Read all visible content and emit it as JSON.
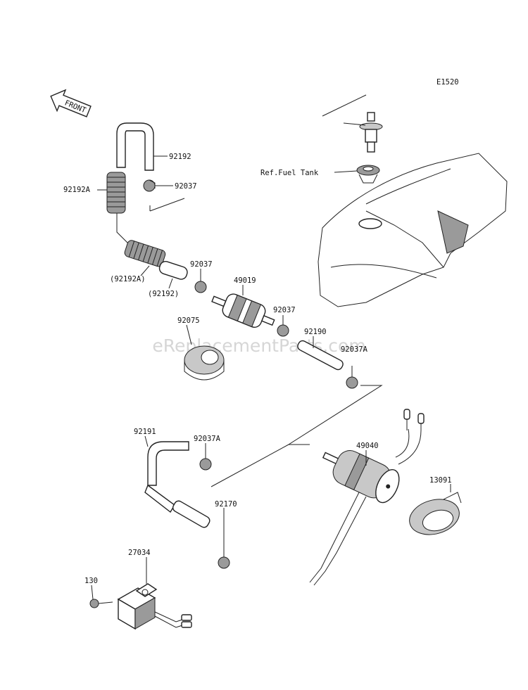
{
  "diagram_code": "E1520",
  "watermark": "eReplacementParts.com",
  "front_label": "FRONT",
  "tank_ref": "Ref.Fuel Tank",
  "labels": {
    "p92192": "92192",
    "p92192A": "92192A",
    "p92037_top": "92037",
    "p92192A_paren": "(92192A)",
    "p92192_paren": "(92192)",
    "p92037_mid": "92037",
    "p49019": "49019",
    "p92037_right": "92037",
    "p92075": "92075",
    "p92190": "92190",
    "p92037A_right": "92037A",
    "p92191": "92191",
    "p92037A_left": "92037A",
    "p49040": "49040",
    "p13091": "13091",
    "p92170": "92170",
    "p27034": "27034",
    "p130": "130"
  },
  "colors": {
    "line": "#222222",
    "shade": "#9a9a9a",
    "watermark": "#c9c9c9"
  }
}
